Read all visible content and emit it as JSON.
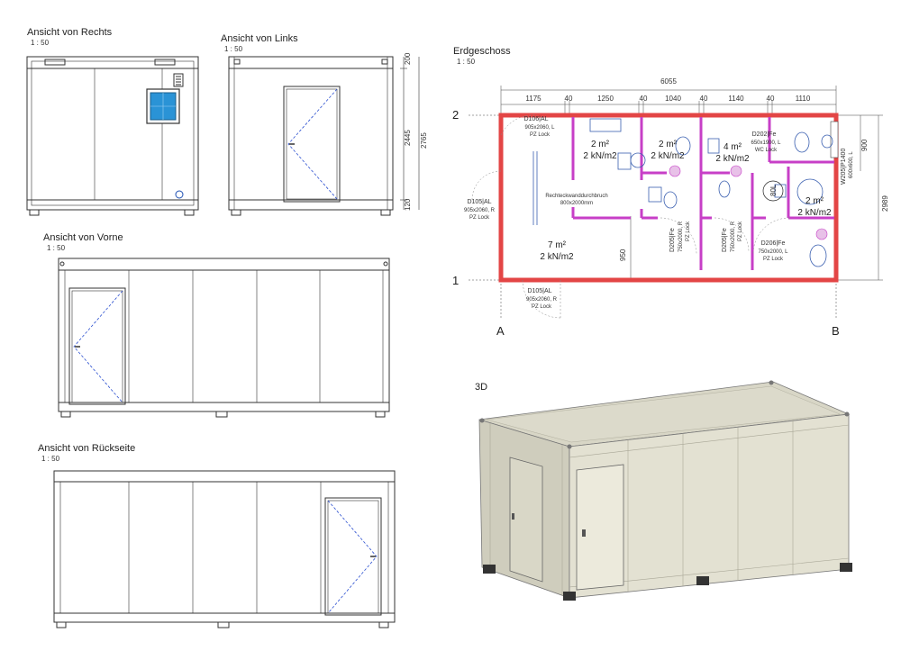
{
  "views": {
    "right": {
      "title": "Ansicht von Rechts",
      "scale": "1 : 50"
    },
    "left": {
      "title": "Ansicht von Links",
      "scale": "1 : 50"
    },
    "front": {
      "title": "Ansicht von Vorne",
      "scale": "1 : 50"
    },
    "back": {
      "title": "Ansicht von Rückseite",
      "scale": "1 : 50"
    },
    "floor": {
      "title": "Erdgeschoss",
      "scale": "1 : 50"
    },
    "three_d": {
      "title": "3D"
    }
  },
  "left_dims": {
    "top": "200",
    "middle": "2445",
    "bottom": "120",
    "total": "2765"
  },
  "floor": {
    "total_width": "6055",
    "segments": [
      "1175",
      "40",
      "1250",
      "40",
      "1040",
      "40",
      "1140",
      "40",
      "1110"
    ],
    "depth": "2989",
    "right_dim": "900",
    "wall_dim": "950",
    "axis_2": "2",
    "axis_1": "1",
    "axis_a": "A",
    "axis_b": "B",
    "rooms": [
      {
        "area": "7 m²",
        "load": "2 kN/m2"
      },
      {
        "area": "2 m²",
        "load": "2 kN/m2"
      },
      {
        "area": "2 m²",
        "load": "2 kN/m2"
      },
      {
        "area": "4 m²",
        "load": "2 kN/m2"
      },
      {
        "area": "2 m²",
        "load": "2 kN/m2"
      }
    ],
    "d106": {
      "name": "D106|AL",
      "size": "905x2060, L",
      "lock": "PZ Lock"
    },
    "d105_left": {
      "name": "D105|AL",
      "size": "905x2060, R",
      "lock": "PZ Lock"
    },
    "d105_bottom": {
      "name": "D105|AL",
      "size": "905x2060, R",
      "lock": "PZ Lock"
    },
    "d202": {
      "name": "D202|Fe",
      "size": "650x1900, L",
      "lock": "WC Lock"
    },
    "d205a": {
      "name": "D205|Fe",
      "size": "750x2000, R",
      "lock": "PZ Lock"
    },
    "d205b": {
      "name": "D205|Fe",
      "size": "750x2000, R",
      "lock": "PZ Lock"
    },
    "d206": {
      "name": "D206|Fe",
      "size": "750x2000, L",
      "lock": "PZ Lock"
    },
    "w205": {
      "name": "W205|P1400",
      "size": "600x600, L"
    },
    "wall_cut": {
      "name": "Rechteckwanddurchbruch",
      "size": "800x2000mm"
    },
    "boiler": "80L"
  }
}
